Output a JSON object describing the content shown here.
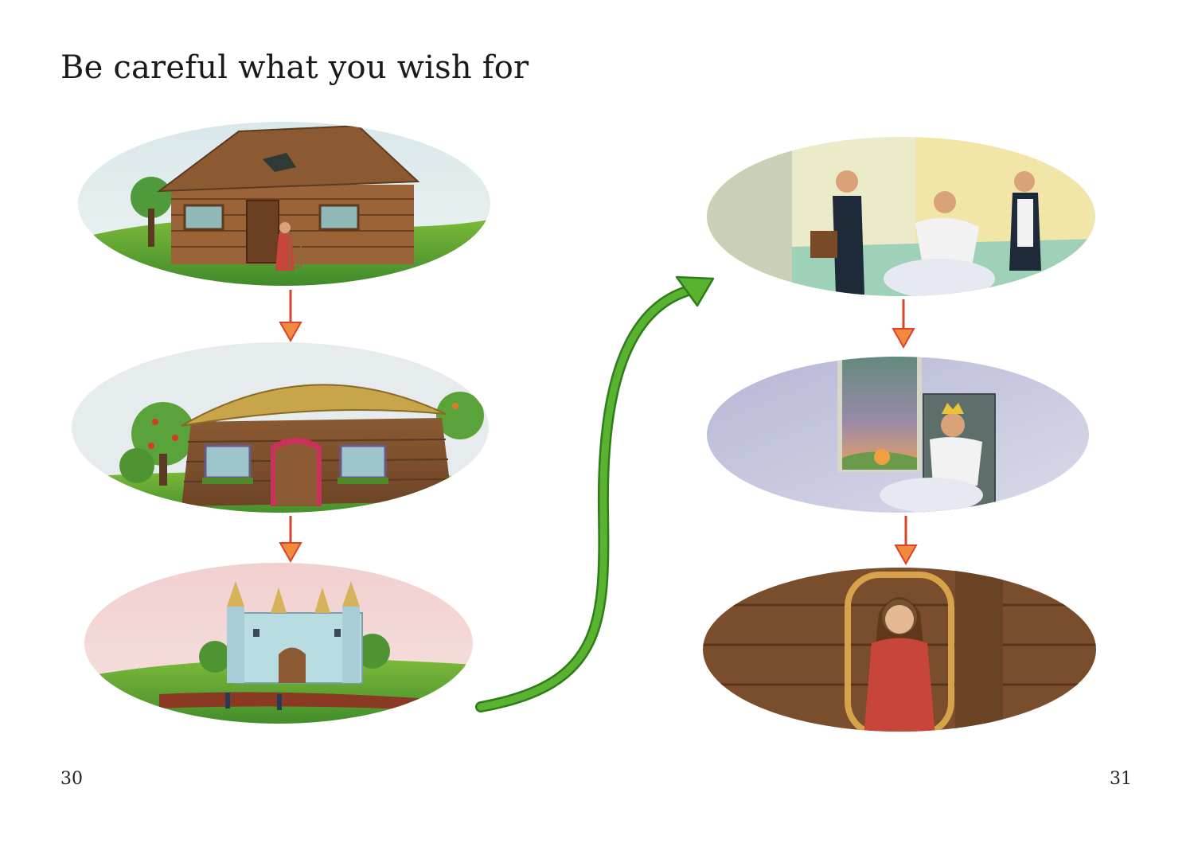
{
  "page": {
    "title": "Be careful what you wish for",
    "page_left": "30",
    "page_right": "31"
  },
  "colors": {
    "arrow_red": "#d9432c",
    "arrow_fill": "#f08a3c",
    "curve_green": "#59b330",
    "curve_outline": "#2f7d1a"
  },
  "panels": [
    {
      "name": "panel-shabby-cabin",
      "depicts": "wooden-cabin"
    },
    {
      "name": "panel-cottage",
      "depicts": "thatched-cottage"
    },
    {
      "name": "panel-castle",
      "depicts": "castle"
    },
    {
      "name": "panel-servants",
      "depicts": "servants-scene"
    },
    {
      "name": "panel-queen",
      "depicts": "queen-on-throne"
    },
    {
      "name": "panel-back-home",
      "depicts": "woman-in-chair"
    }
  ]
}
